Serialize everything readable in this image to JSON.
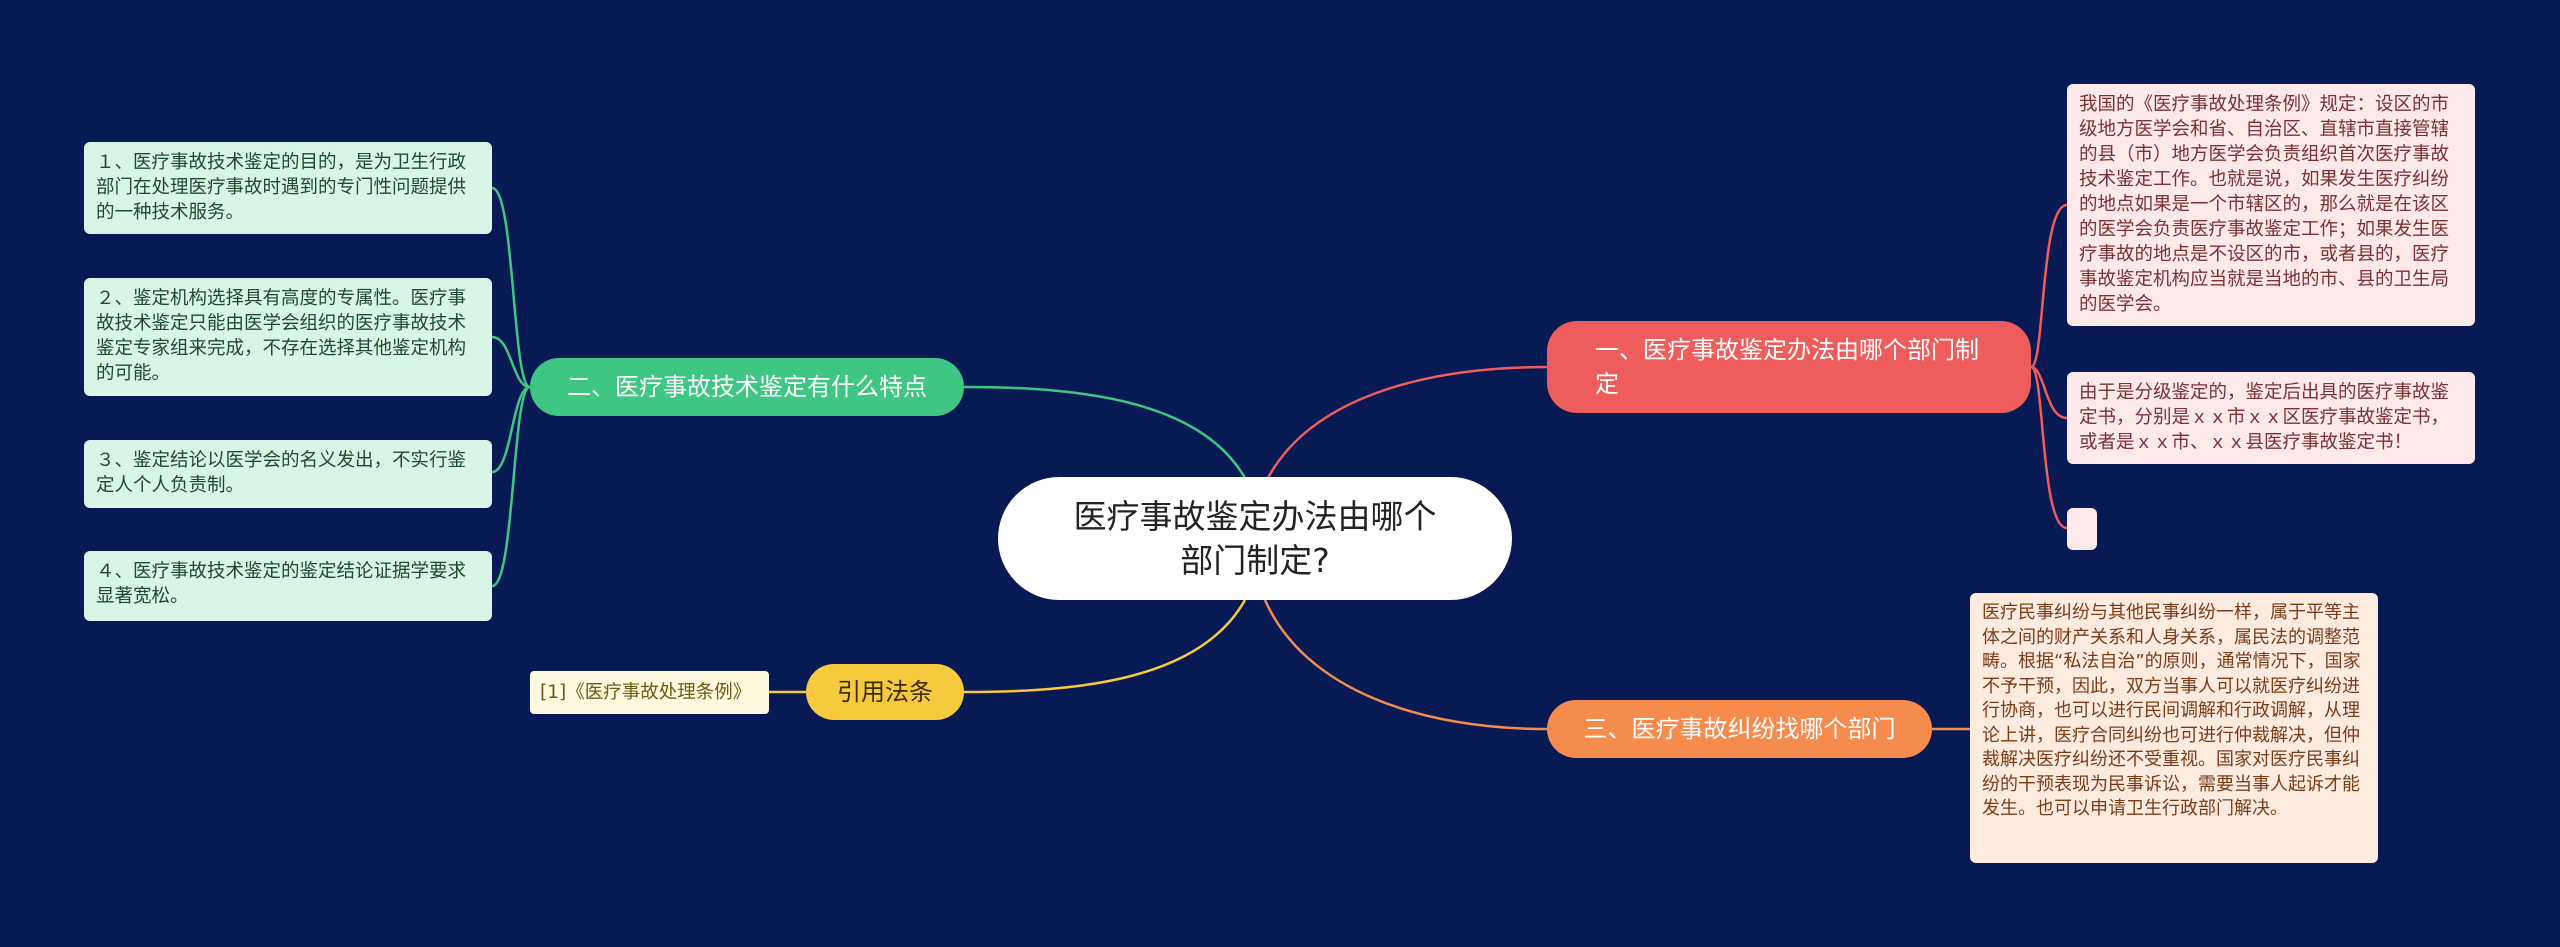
{
  "root": {
    "title": "医疗事故鉴定办法由哪个部门制定?"
  },
  "branches": [
    {
      "label": "一、医疗事故鉴定办法由哪个部门制定",
      "color": "#ee5c5c",
      "leaves": [
        "我国的《医疗事故处理条例》规定：设区的市级地方医学会和省、自治区、直辖市直接管辖的县（市）地方医学会负责组织首次医疗事故技术鉴定工作。也就是说，如果发生医疗纠纷的地点如果是一个市辖区的，那么就是在该区的医学会负责医疗事故鉴定工作；如果发生医疗事故的地点是不设区的市，或者县的，医疗事故鉴定机构应当就是当地的市、县的卫生局的医学会。",
        "由于是分级鉴定的，鉴定后出具的医疗事故鉴定书，分别是ｘｘ市ｘｘ区医疗事故鉴定书，或者是ｘｘ市、ｘｘ县医疗事故鉴定书！",
        ""
      ]
    },
    {
      "label": "二、医疗事故技术鉴定有什么特点",
      "color": "#3fc683",
      "leaves": [
        "１、医疗事故技术鉴定的目的，是为卫生行政部门在处理医疗事故时遇到的专门性问题提供的一种技术服务。",
        "２、鉴定机构选择具有高度的专属性。医疗事故技术鉴定只能由医学会组织的医疗事故技术鉴定专家组来完成，不存在选择其他鉴定机构的可能。",
        "３、鉴定结论以医学会的名义发出，不实行鉴定人个人负责制。",
        "４、医疗事故技术鉴定的鉴定结论证据学要求显著宽松。"
      ]
    },
    {
      "label": "三、医疗事故纠纷找哪个部门",
      "color": "#f58b4c",
      "leaves": [
        "医疗民事纠纷与其他民事纠纷一样，属于平等主体之间的财产关系和人身关系，属民法的调整范畴。根据“私法自治”的原则，通常情况下，国家不予干预，因此，双方当事人可以就医疗纠纷进行协商，也可以进行民间调解和行政调解，从理论上讲，医疗合同纠纷也可进行仲裁解决，但仲裁解决医疗纠纷还不受重视。国家对医疗民事纠纷的干预表现为民事诉讼，需要当事人起诉才能发生。也可以申请卫生行政部门解决。"
      ]
    },
    {
      "label": "引用法条",
      "color": "#f6ca3c",
      "leaves": [
        "[1]《医疗事故处理条例》"
      ]
    }
  ]
}
